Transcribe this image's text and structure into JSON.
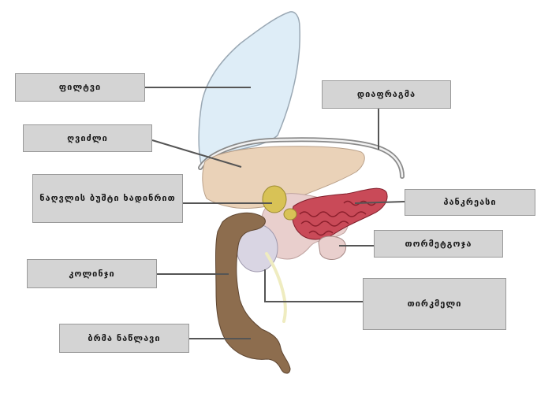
{
  "labels": {
    "lung": "ფილტვი",
    "liver": "ღვიძლი",
    "gallbladder": "ნაღვლის ბუშტი ხადინრით",
    "colon": "კოლინჯი",
    "appendix": "ბრმა ნაწლავი",
    "diaphragm": "დიაფრაგმა",
    "pancreas": "პანკრეასი",
    "duodenum": "თორმეტგოჯა",
    "kidney": "თირკმელი"
  },
  "colors": {
    "lung": "#deedf7",
    "liver": "#ead2b8",
    "stomach": "#e9cfcd",
    "pancreas": "#c94a58",
    "pancreas_texture": "#8b1f2c",
    "gallbladder": "#d8c256",
    "colon": "#8d6d4e",
    "kidney": "#d9d5e3",
    "ureter": "#efecc0",
    "leader_line": "#555555",
    "label_box": "#d4d4d4"
  }
}
